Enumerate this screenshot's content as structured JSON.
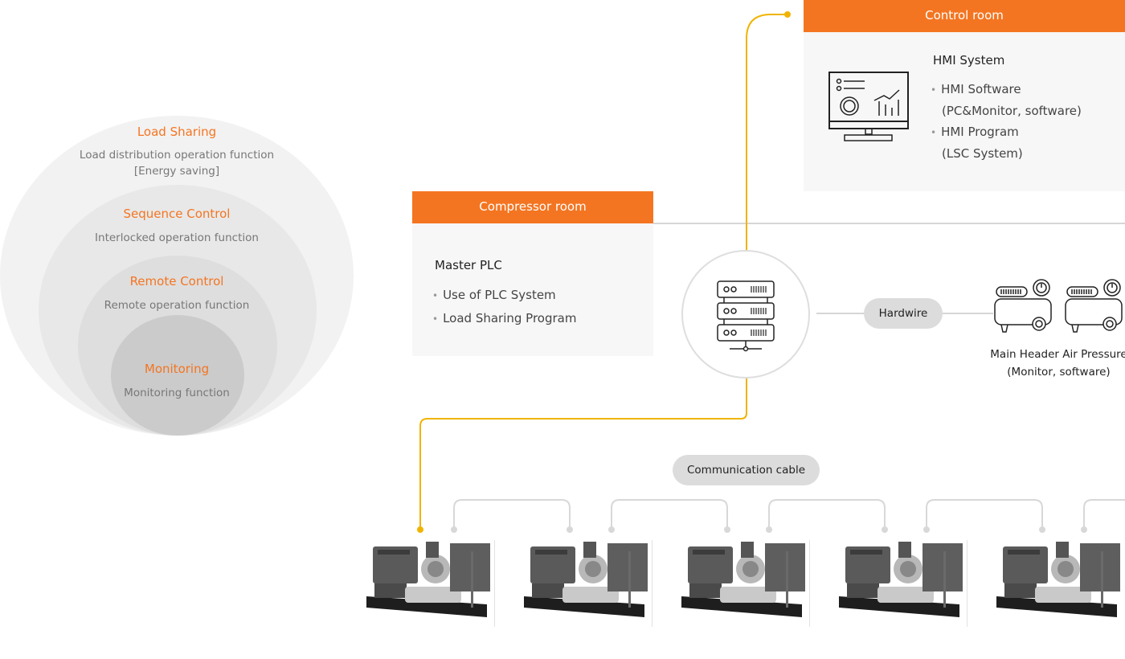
{
  "colors": {
    "accent": "#f47521",
    "connector": "#f0b400",
    "cable": "#d8d8d8",
    "panel_bg": "#f7f7f7"
  },
  "levels": [
    {
      "title": "Load Sharing",
      "desc_line1": "Load distribution operation function",
      "desc_line2": "[Energy saving]"
    },
    {
      "title": "Sequence Control",
      "desc_line1": "Interlocked operation function"
    },
    {
      "title": "Remote Control",
      "desc_line1": "Remote operation function"
    },
    {
      "title": "Monitoring",
      "desc_line1": "Monitoring function"
    }
  ],
  "control_room": {
    "header": "Control room",
    "icon": "monitor-dashboard-icon",
    "title": "HMI System",
    "items": [
      {
        "line1": "HMI Software",
        "line2": "(PC&Monitor, software)"
      },
      {
        "line1": "HMI Program",
        "line2": "(LSC System)"
      }
    ]
  },
  "compressor_room": {
    "header": "Compressor room",
    "title": "Master PLC",
    "items": [
      "Use of PLC System",
      "Load Sharing Program"
    ]
  },
  "hub": {
    "icon": "server-rack-icon"
  },
  "hardwire": {
    "label": "Hardwire",
    "target_icon": "air-compressor-icon",
    "caption_line1": "Main Header Air Pressure",
    "caption_line2": "(Monitor, software)"
  },
  "communication": {
    "label": "Communication cable"
  },
  "compressors": [
    {
      "name": "compressor-1"
    },
    {
      "name": "compressor-2"
    },
    {
      "name": "compressor-3"
    },
    {
      "name": "compressor-4"
    },
    {
      "name": "compressor-5"
    }
  ]
}
